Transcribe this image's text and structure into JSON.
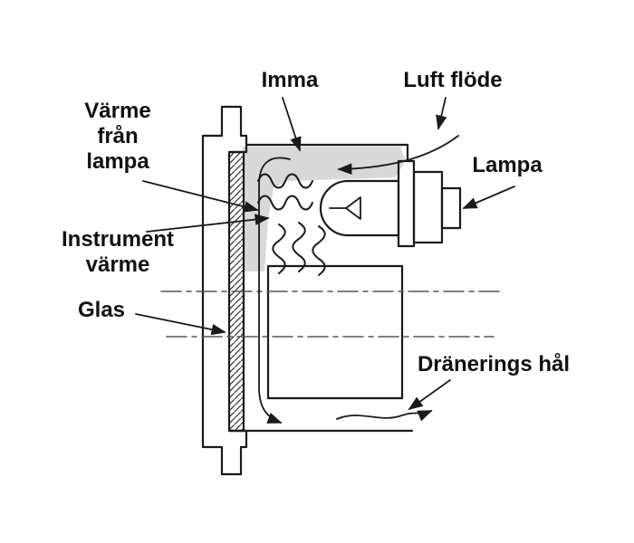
{
  "diagram": {
    "labels": {
      "imma": "Imma",
      "luft_flode": "Luft flöde",
      "varme_fran_lampa": [
        "Värme",
        "från",
        "lampa"
      ],
      "lampa": "Lampa",
      "instrument_varme": [
        "Instrument",
        "värme"
      ],
      "glas": "Glas",
      "dranerings_hal": "Dränerings hål"
    },
    "colors": {
      "line": "#1a1a1a",
      "condensation": "#d9d9d9",
      "centerline": "#555555",
      "background": "#ffffff"
    }
  }
}
